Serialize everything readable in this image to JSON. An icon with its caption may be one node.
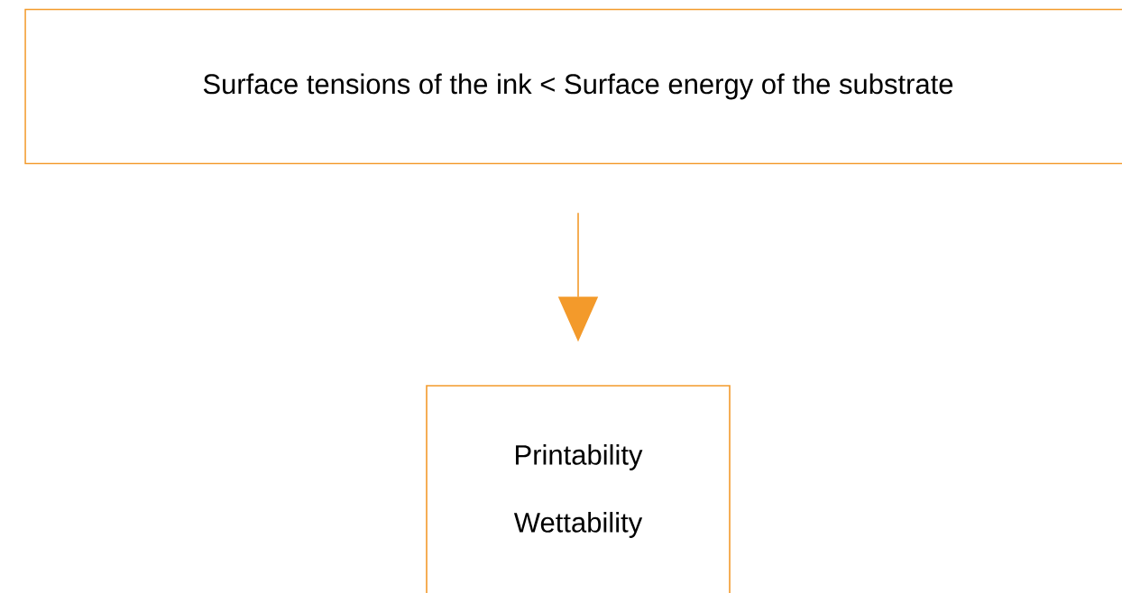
{
  "diagram": {
    "nodes": [
      {
        "text": [
          "Surface tensions of the ink < Surface energy of the substrate"
        ]
      },
      {
        "text": [
          "Printability",
          "Wettability"
        ]
      }
    ],
    "edges": [
      {
        "from": 0,
        "to": 1,
        "arrow": "to"
      }
    ]
  }
}
